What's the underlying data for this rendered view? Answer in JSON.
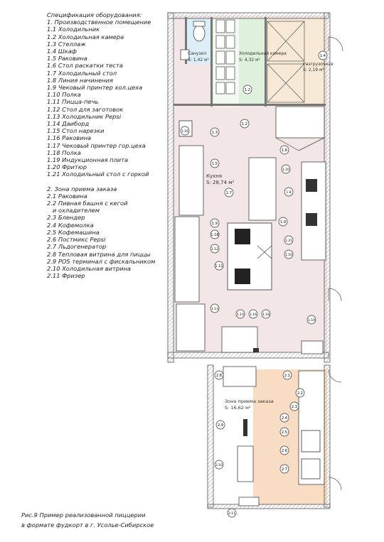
{
  "spec": {
    "title": "Спецификация оборудования:",
    "zone1": [
      "1. Производственное помещение",
      "1.1 Холодильник",
      "1.2 Холодильная камера",
      "1.3 Стеллаж",
      "1.4 Шкаф",
      "1.5 Раковина",
      "1.6 Стол раскатки теста",
      "1.7 Холодильный стол",
      "1.8 Линия начинения",
      "1.9 Чековый принтер хол.цеха",
      "1.10 Полка",
      "1.11 Пицца-печь",
      "1.12 Стол для заготовок",
      "1.13 Холодильник Pepsi",
      "1.14 Даиборд",
      "1.15 Стол нарезки",
      "1.16 Раковина",
      "1.17 Чековый принтер гор.цеха",
      "1.18 Полка",
      "1.19 Индукционная плита",
      "1.20 Фритюр",
      "1.21 Холодильный стол с горкой"
    ],
    "zone2": [
      "2. Зона приема заказа",
      "2.1 Раковина",
      "2.2 Пивная башня с кегой",
      "   и охладителем",
      "2.3 Блендер",
      "2.4 Кофемолка",
      "2.5 Кофемашина",
      "2.6 Постмикс Pepsi",
      "2.7 Льдогенератор",
      "2.8 Тепловая витрина для пиццы",
      "2.9 POS терминал с фискальником",
      "2.10 Холодильная витрина",
      "2.11 Фризер"
    ]
  },
  "rooms": {
    "wc": {
      "name": "Санузел",
      "area": "S: 1,42 м²"
    },
    "cold_chamber": {
      "name": "Холодильная камера",
      "area": "S: 4,32 м²"
    },
    "unloading": {
      "name": "Разгрузочная",
      "area": "S: 2,19 м²"
    },
    "kitchen": {
      "name": "Кухня",
      "area": "S: 28,74 м²"
    },
    "order_zone": {
      "name": "Зона приема заказа",
      "area": "S: 16,62 м²"
    }
  },
  "tags": {
    "t1": "1.4",
    "t2": "1.2",
    "t3": "1.2",
    "t4": "1.3",
    "t5": "1.5",
    "t6": "1.7",
    "t7": "1.6",
    "t8": "1.20",
    "t9": "1.8",
    "t10": "1.9",
    "t11": "1.21",
    "t12": "1.10",
    "t13": "1.9",
    "t14": "1.18",
    "t15": "1.11",
    "t16": "1.12",
    "t17": "1.13",
    "t18": "1.14",
    "t19": "1.16",
    "t20": "1.18",
    "t21": "1.19",
    "t22": "1.16",
    "t23": "2.8",
    "t24": "2.1",
    "t25": "2.2",
    "t26": "2.3",
    "t27": "2.4",
    "t28": "2.5",
    "t29": "2.6",
    "t30": "2.7",
    "t31": "2.9",
    "t32": "2.10",
    "t33": "2.11"
  },
  "caption": {
    "line1": "Рис.9 Пример реализованной пиццерии",
    "line2": "в формате фудкорт в г. Усолье-Сибирское"
  },
  "colors": {
    "kitchen_fill": "#f3e6e6",
    "cold_fill": "#dff0dc",
    "wc_fill": "#dceef8",
    "unloading_fill": "#f8e9d6",
    "order_fill": "#f8dcc4",
    "wall": "#555555"
  }
}
